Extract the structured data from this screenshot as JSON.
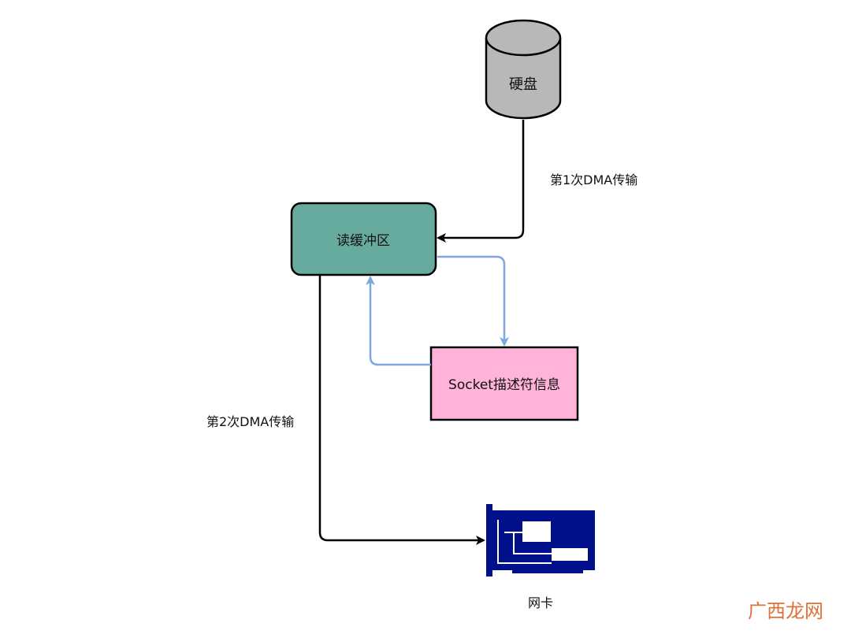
{
  "nodes": {
    "disk": {
      "label": "硬盘"
    },
    "read_buffer": {
      "label": "读缓冲区"
    },
    "socket": {
      "label": "Socket描述符信息"
    },
    "nic": {
      "label": "网卡"
    }
  },
  "edges": {
    "dma1": {
      "label": "第1次DMA传输"
    },
    "dma2": {
      "label": "第2次DMA传输"
    }
  },
  "watermark": {
    "text": "广西龙网"
  },
  "colors": {
    "disk_fill": "#b8b8b8",
    "buffer_fill": "#67ab9f",
    "socket_fill": "#ffb3d9",
    "nic_fill": "#000f8a",
    "blue_arrow": "#7ea6e0",
    "black_arrow": "#000000",
    "watermark": "#e0703a"
  }
}
